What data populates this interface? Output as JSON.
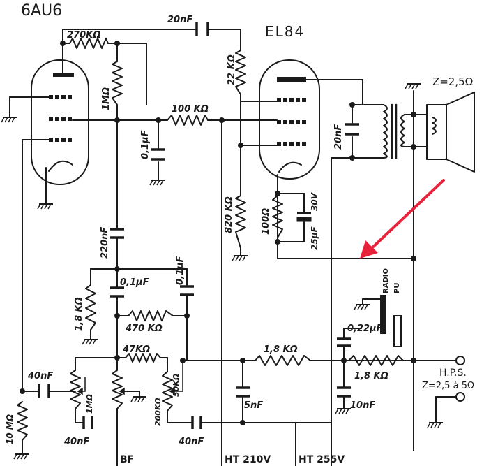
{
  "tubes": {
    "preamp": "6AU6",
    "output": "EL84"
  },
  "components": {
    "r_270k": "270KΩ",
    "c_20n_top": "20nF",
    "r_22k": "22 KΩ",
    "r_1m_plate": "1MΩ",
    "r_100k": "100 KΩ",
    "c_01u_grid": "0,1µF",
    "c_20n_out": "20nF",
    "r_820k": "820 KΩ",
    "r_100_cath": "100Ω",
    "c_25u": "25µF",
    "v_30v": "30V",
    "c_220n": "220nF",
    "r_1k8_tone": "1,8 KΩ",
    "c_01u_a": "0,1µF",
    "c_01u_b": "0,1µF",
    "r_470k": "470 KΩ",
    "r_47k": "47KΩ",
    "p_50k": "50KΩ",
    "p_200k": "200KΩ",
    "c_40n_in": "40nF",
    "r_10m": "10 MΩ",
    "p_1m": "1MΩ",
    "c_40n_lo": "40nF",
    "c_40n_fb": "40nF",
    "r_1k8_a": "1,8 KΩ",
    "c_5n": "5nF",
    "r_1k8_b": "1,8 KΩ",
    "c_10n": "10nF",
    "c_022u": "0,22µF",
    "sw_radio": "RADIO",
    "sw_pu": "PU"
  },
  "speaker": {
    "impedance": "Z=2,5Ω"
  },
  "outputs": {
    "hps": "H.P.S.",
    "hps_z": "Z=2,5 à 5Ω"
  },
  "rails": {
    "bf": "BF",
    "ht210": "HT 210V",
    "ht255": "HT 255V"
  },
  "colors": {
    "arrow": "#e8223b",
    "ink": "#1a1a1a"
  }
}
